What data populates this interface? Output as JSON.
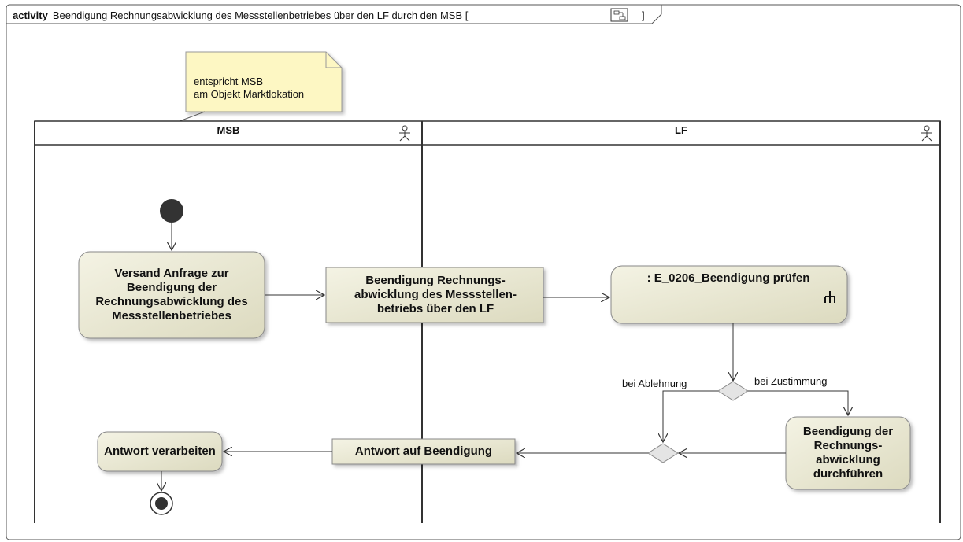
{
  "frame": {
    "keyword": "activity",
    "title": "Beendigung Rechnungsabwicklung des Messstellenbetriebes über den LF durch den MSB [",
    "title_suffix": "]"
  },
  "note": {
    "line1": "entspricht MSB",
    "line2": "am Objekt Marktlokation"
  },
  "lanes": [
    {
      "name": "MSB"
    },
    {
      "name": "LF"
    }
  ],
  "actions": {
    "versand": {
      "text": "Versand Anfrage zur Beendigung der Rechnungsabwicklung des Messstellenbetriebes"
    },
    "antwort_verarbeiten": {
      "text": "Antwort verarbeiten"
    },
    "e0206": {
      "text": ": E_0206_Beendigung prüfen"
    },
    "durchfuehren": {
      "text": "Beendigung der Rechnungs-abwicklung durchführen"
    }
  },
  "objects": {
    "beendigung_object": {
      "text": "Beendigung Rechnungs-abwicklung des Messstellen-betriebs über den LF"
    },
    "antwort_object": {
      "text": "Antwort auf Beendigung"
    }
  },
  "guards": {
    "ablehnung": "bei Ablehnung",
    "zustimmung": "bei Zustimmung"
  },
  "icons": {
    "frame_icon": "diagram-icon",
    "lane_icon": "actor-icon",
    "call_icon": "rake-icon"
  },
  "colors": {
    "action_fill": "#e8e6cf",
    "note_fill": "#fdf7c3",
    "border": "#555555"
  }
}
